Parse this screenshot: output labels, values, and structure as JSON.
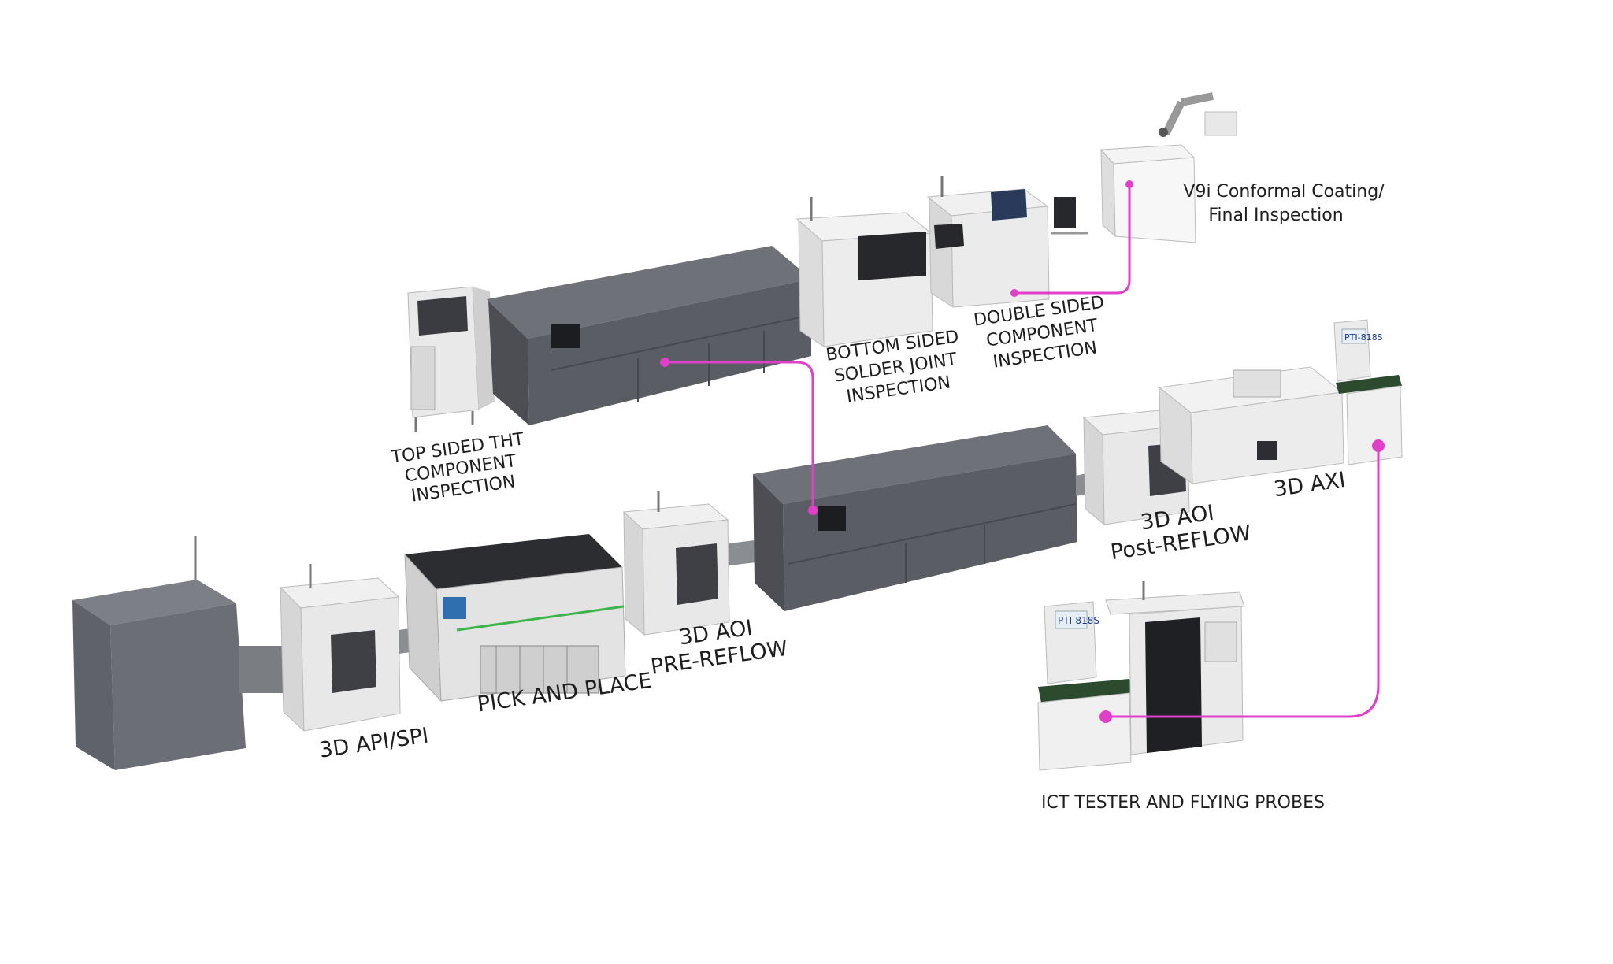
{
  "colors": {
    "connector": "#e040c8",
    "machine_dark": "#5a5d63",
    "machine_dark_top": "#6e7178",
    "machine_light": "#e6e6e6",
    "machine_panel": "#2c2e33",
    "conveyor": "#8a8d92"
  },
  "labels": {
    "tht_inspection": [
      "TOP SIDED THT",
      "COMPONENT",
      "INSPECTION"
    ],
    "bottom_sided": [
      "BOTTOM SIDED",
      "SOLDER JOINT",
      "INSPECTION"
    ],
    "double_sided": [
      "DOUBLE SIDED",
      "COMPONENT",
      "INSPECTION"
    ],
    "conformal": [
      "V9i Conformal Coating/",
      "Final Inspection"
    ],
    "api_spi": "3D API/SPI",
    "pick_place": "PICK AND PLACE",
    "aoi_pre": [
      "3D AOI",
      "PRE-REFLOW"
    ],
    "aoi_post": [
      "3D AOI",
      "Post-REFLOW"
    ],
    "axi": "3D AXI",
    "ict": "ICT TESTER AND FLYING PROBES"
  },
  "icons": {
    "tester_badge": "PTI-818S"
  }
}
